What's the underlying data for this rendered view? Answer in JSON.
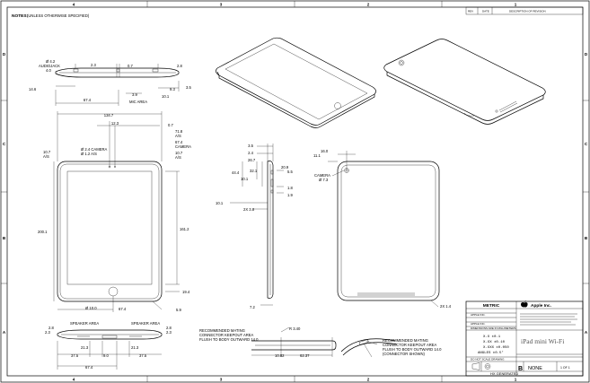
{
  "notes_header": {
    "tag": "NOTES:",
    "text": "(UNLESS OTHERWISE SPECIFIED)"
  },
  "zones": {
    "top": [
      "4",
      "3",
      "2",
      "1"
    ],
    "bottom": [
      "4",
      "3",
      "2",
      "1"
    ],
    "left": [
      "D",
      "C",
      "B",
      "A"
    ],
    "right": [
      "D",
      "C",
      "B",
      "A"
    ]
  },
  "revision_block": {
    "col1": "REV",
    "col2": "DATE",
    "col3": "DESCRIPTION OF REVISION"
  },
  "top_views": {
    "dims": [
      "Ø 4.2",
      "AUDIOJACK",
      "2.3",
      "0.7",
      "2.8",
      "4.0",
      "14.6",
      "3.9",
      "10.1",
      "9.3",
      "3.5",
      "MIC AREA",
      "67.4"
    ]
  },
  "front_view": {
    "dims": [
      "134.7",
      "12.3",
      "0.7",
      "71.8",
      "A/S",
      "67.4",
      "CAMERA",
      "10.7",
      "A/S",
      "Ø 2.4 CAMERA",
      "Ø 1.2 A/S",
      "10.7",
      "A/S",
      "200.1",
      "161.2",
      "19.4",
      "5.9",
      "Ø 10.0",
      "67.4"
    ]
  },
  "side_view": {
    "dims": [
      "3.5",
      "2.4",
      "26.7",
      "20.9",
      "5.5",
      "44.4",
      "32.1",
      "10.1",
      "1.8",
      "1.9",
      "10.1",
      "2X 3.8",
      "7.2"
    ]
  },
  "back_view": {
    "dims": [
      "16.0",
      "11.1",
      "CAMERA",
      "Ø 7.3",
      "2X 1.4"
    ]
  },
  "bottom_views": {
    "dims": [
      "2.8",
      "2.3",
      "SPEAKER AREA",
      "SPEAKER AREA",
      "2.8",
      "2.3",
      "21.3",
      "21.3",
      "37.5",
      "9.0",
      "37.5",
      "67.4"
    ]
  },
  "connector_callout": {
    "text": [
      "RECOMMENDED MATING",
      "CONNECTOR KEEPOUT AREA",
      "FLUSH TO BODY OUTWARD 14.0"
    ],
    "dims": [
      "R 3.40",
      "10.02",
      "62.37"
    ]
  },
  "connector_callout_2": {
    "text": [
      "RECOMMENDED MATING",
      "CONNECTOR KEEPOUT AREA",
      "FLUSH TO BODY OUTWARD 14.0",
      "(CONNECTOR SHOWN)"
    ]
  },
  "title_block": {
    "units": "METRIC",
    "company": "Apple Inc.",
    "tolerances": [
      "X.X   ±0.1",
      "X.XX  ±0.10",
      "X.XXX ±0.050",
      "ANGLES ±0.5°"
    ],
    "part_name": "iPad mini Wi-Fi",
    "size": "B",
    "scale": "NONE",
    "sheet": "1 OF 1",
    "generated": "HX GENERATED"
  }
}
